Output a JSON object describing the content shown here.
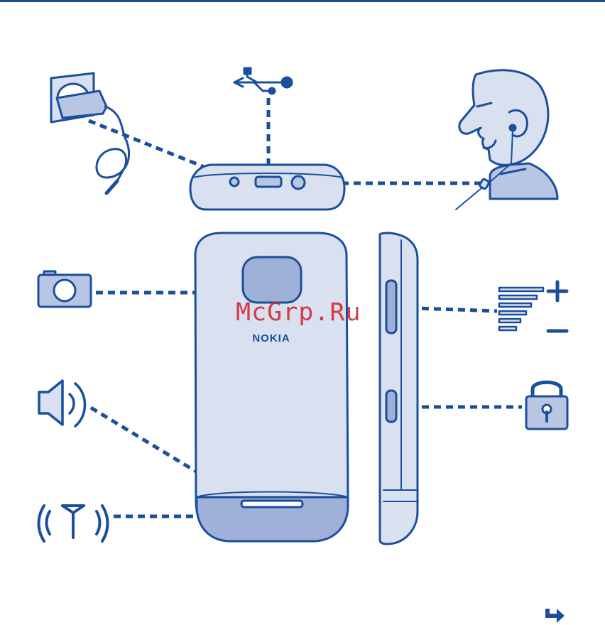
{
  "brand": "NOKIA",
  "watermark": "McGrp.Ru",
  "colors": {
    "line": "#1b4f9c",
    "fill_light": "#d9e0ef",
    "fill_mid": "#b9c6e3",
    "fill_dark": "#9fb1d8"
  },
  "callouts": [
    {
      "name": "charger-icon",
      "target": "charger-port"
    },
    {
      "name": "usb-icon",
      "target": "micro-usb-port"
    },
    {
      "name": "headset-icon",
      "target": "headset-jack"
    },
    {
      "name": "camera-icon",
      "target": "camera-lens"
    },
    {
      "name": "volume-keys-icon",
      "target": "volume-keys"
    },
    {
      "name": "loudspeaker-icon",
      "target": "loudspeaker"
    },
    {
      "name": "lock-icon",
      "target": "lock-key"
    },
    {
      "name": "antenna-icon",
      "target": "antenna-area"
    }
  ],
  "navigation": {
    "icon": "next-page-arrow-icon"
  }
}
